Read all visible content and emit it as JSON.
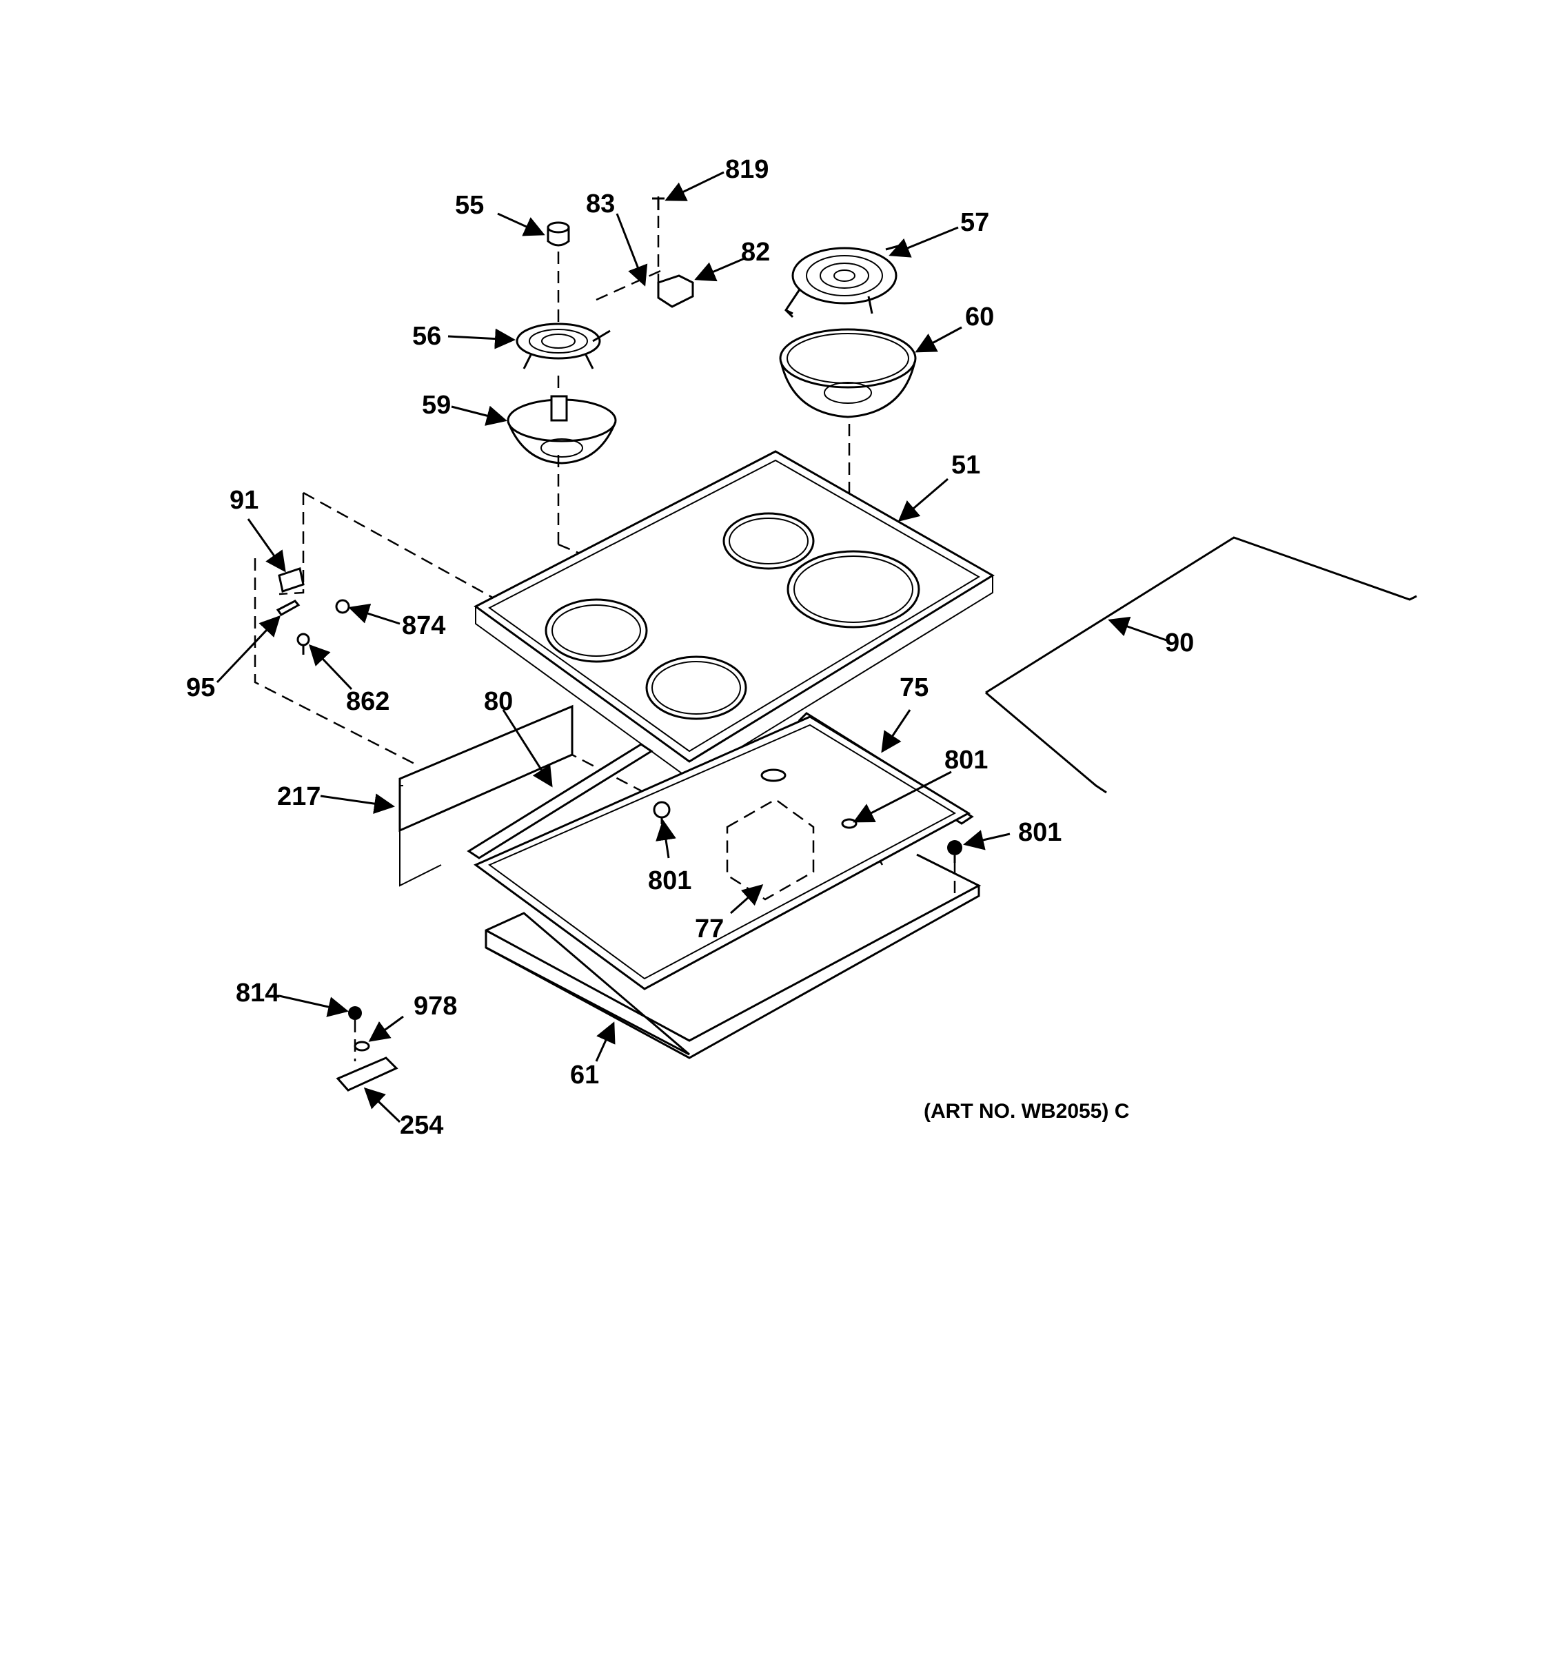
{
  "labels": {
    "l55": "55",
    "l83": "83",
    "l819": "819",
    "l82": "82",
    "l57": "57",
    "l56": "56",
    "l60": "60",
    "l59": "59",
    "l51": "51",
    "l91": "91",
    "l874": "874",
    "l95": "95",
    "l862": "862",
    "l80": "80",
    "l75": "75",
    "l90": "90",
    "l801a": "801",
    "l801b": "801",
    "l801c": "801",
    "l217": "217",
    "l77": "77",
    "l814": "814",
    "l978": "978",
    "l61": "61",
    "l254": "254"
  },
  "art_number": "(ART NO. WB2055) C"
}
